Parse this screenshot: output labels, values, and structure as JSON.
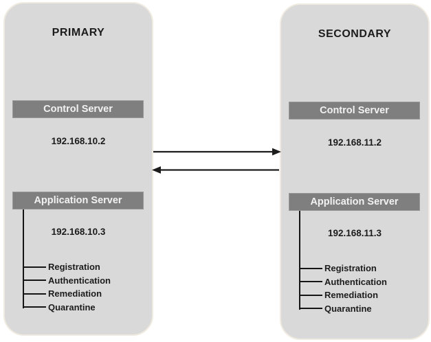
{
  "diagram": {
    "type": "network-architecture",
    "colors": {
      "panel_fill": "#d9d9d9",
      "panel_border": "#f0ebe0",
      "bar_fill": "#7f7f7f",
      "bar_text": "#f2f2f2",
      "text": "#1c1c1c",
      "connector_line": "#141414"
    },
    "arrows": [
      {
        "direction": "right",
        "from": "PRIMARY",
        "to": "SECONDARY"
      },
      {
        "direction": "left",
        "from": "SECONDARY",
        "to": "PRIMARY"
      }
    ]
  },
  "panels": [
    {
      "title": "PRIMARY",
      "control_server": {
        "label": "Control Server",
        "ip": "192.168.10.2"
      },
      "application_server": {
        "label": "Application Server",
        "ip": "192.168.10.3",
        "services": [
          "Registration",
          "Authentication",
          "Remediation",
          "Quarantine"
        ]
      }
    },
    {
      "title": "SECONDARY",
      "control_server": {
        "label": "Control Server",
        "ip": "192.168.11.2"
      },
      "application_server": {
        "label": "Application Server",
        "ip": "192.168.11.3",
        "services": [
          "Registration",
          "Authentication",
          "Remediation",
          "Quarantine"
        ]
      }
    }
  ]
}
